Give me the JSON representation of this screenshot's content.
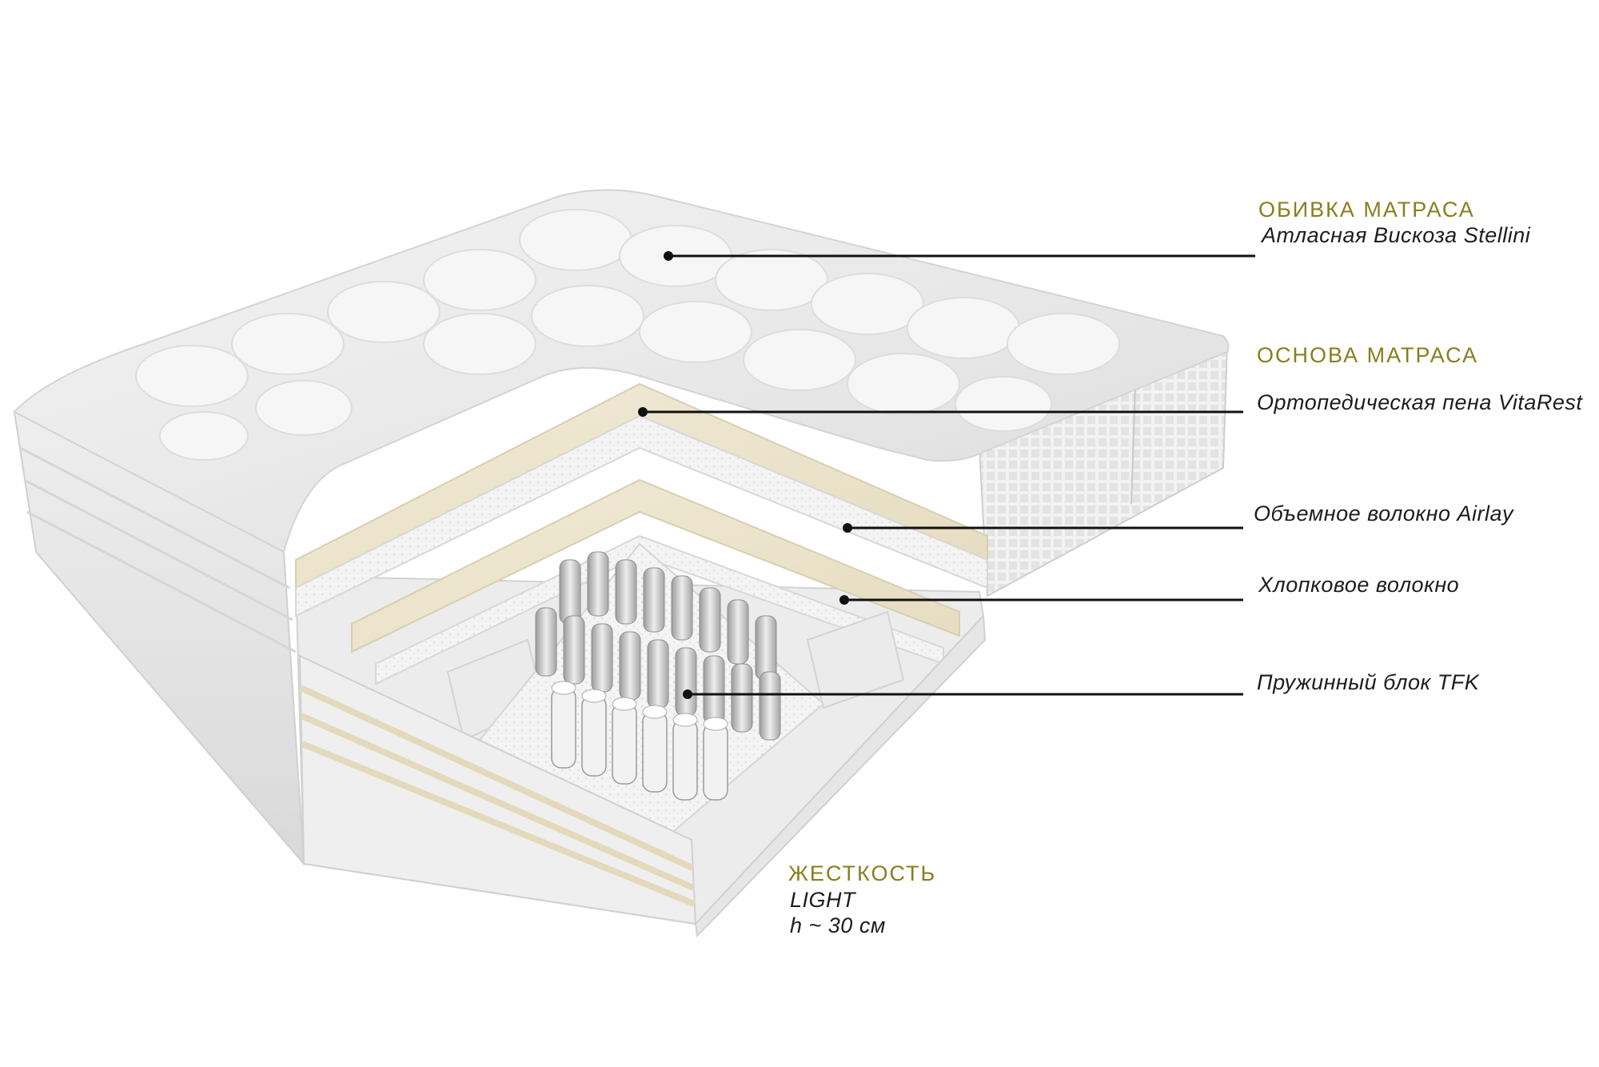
{
  "colors": {
    "accent": "#8a7d1d",
    "text": "#1d1d1d",
    "leader": "#111111"
  },
  "labels": {
    "cover_title": "ОБИВКА МАТРАСА",
    "cover_material": "Атласная Вискоза Stellini",
    "base_title": "ОСНОВА МАТРАСА",
    "foam": "Ортопедическая пена VitaRest",
    "fiber": "Объемное волокно Airlay",
    "cotton": "Хлопковое волокно",
    "springs": "Пружинный блок TFK",
    "firmness_title": "ЖЕСТКОСТЬ",
    "firmness_value": "LIGHT",
    "height": "h ~ 30 см"
  }
}
